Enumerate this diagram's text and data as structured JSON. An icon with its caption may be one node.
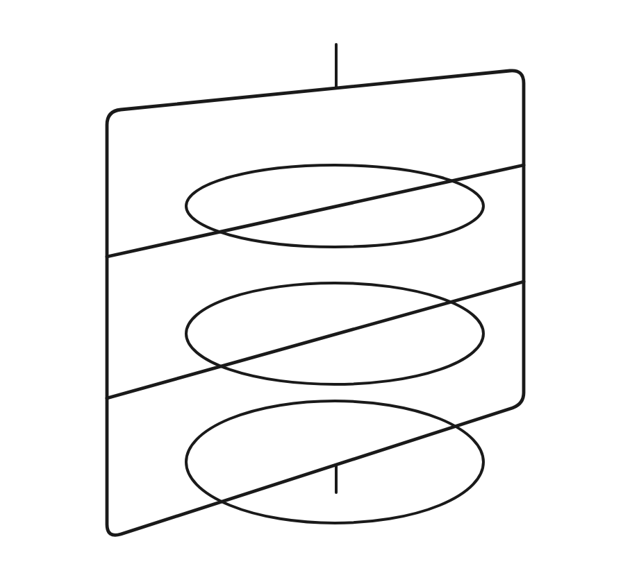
{
  "diagram": {
    "nodes": [
      {
        "text": [],
        "shape": "parallelogram"
      },
      {
        "text": [],
        "shape": "ellipse",
        "in": 0
      },
      {
        "text": [],
        "shape": "ellipse",
        "in": 0
      },
      {
        "text": [],
        "shape": "ellipse",
        "in": 0
      }
    ]
  }
}
